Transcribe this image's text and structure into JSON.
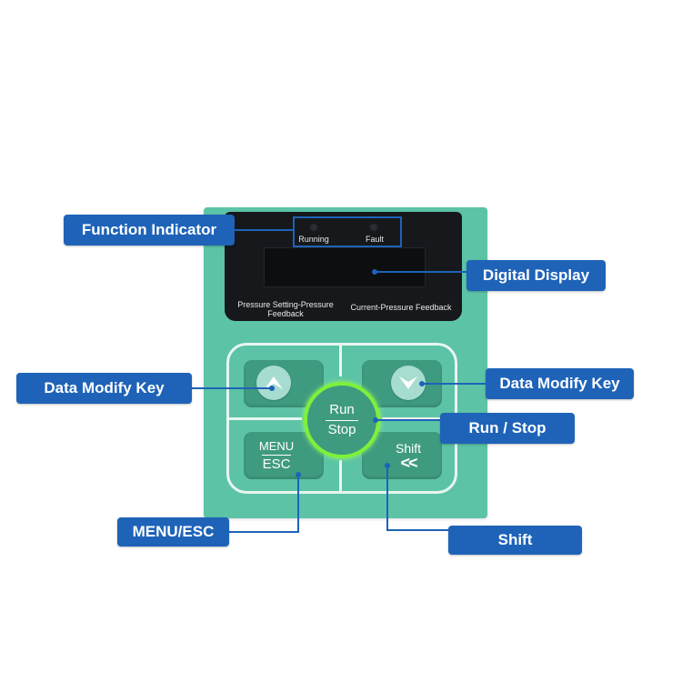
{
  "screen": {
    "running_label": "Running",
    "fault_label": "Fault",
    "pressure_setting_line1": "Pressure Setting-Pressure",
    "pressure_setting_line2": "Feedback",
    "current_pressure_label": "Current-Pressure Feedback"
  },
  "keys": {
    "run_label": "Run",
    "stop_label": "Stop",
    "menu_label": "MENU",
    "esc_label": "ESC",
    "shift_label": "Shift",
    "shift_symbol": "<<"
  },
  "callouts": {
    "function_indicator": "Function Indicator",
    "digital_display": "Digital Display",
    "data_modify_key_left": "Data Modify Key",
    "data_modify_key_right": "Data Modify Key",
    "run_stop": "Run / Stop",
    "menu_esc": "MENU/ESC",
    "shift": "Shift"
  },
  "colors": {
    "panel": "#5cc3a7",
    "callout": "#1e63b8",
    "run_ring": "#7ff03a"
  }
}
